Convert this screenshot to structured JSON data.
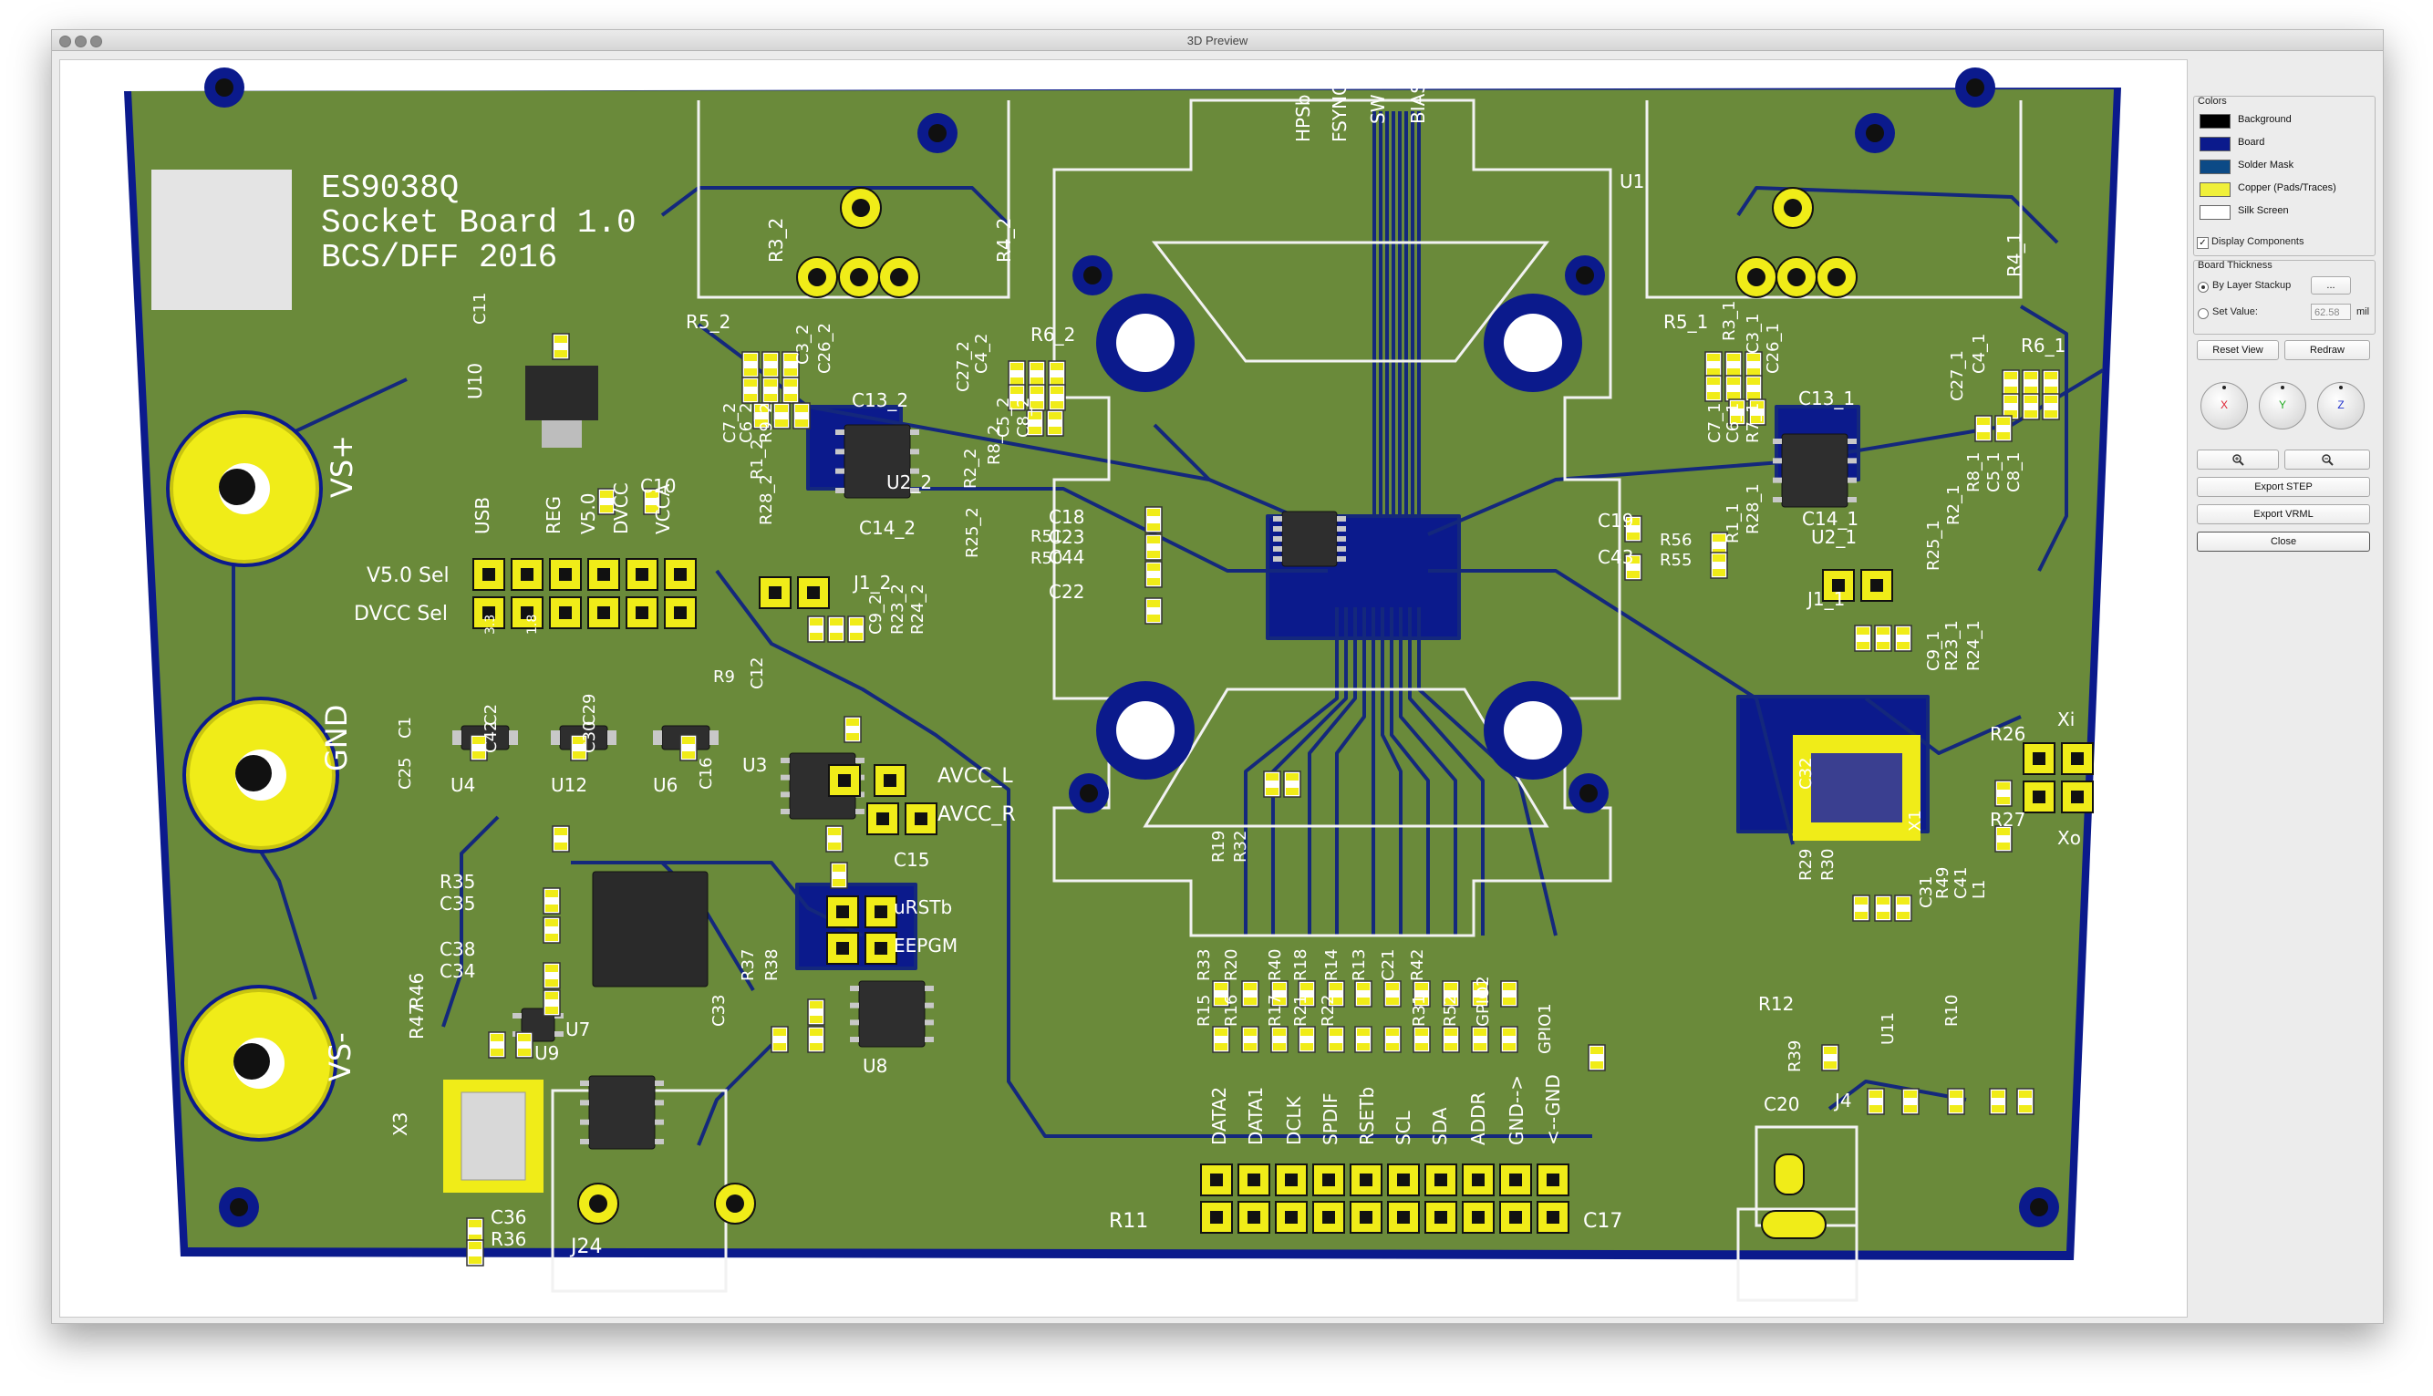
{
  "window": {
    "title": "3D Preview"
  },
  "board": {
    "title_lines": [
      "ES9038Q",
      "Socket Board 1.0",
      "BCS/DFF 2016"
    ],
    "silk_labels": [
      "VS+",
      "GND",
      "VS-",
      "USB",
      "REG",
      "V5.0",
      "DVCC",
      "VCCA",
      "V5.0 Sel",
      "DVCC Sel",
      "3.3",
      "1.8",
      "U10",
      "C11",
      "C10",
      "C1",
      "C25",
      "U4",
      "C42",
      "C2",
      "U12",
      "C30",
      "C29",
      "U6",
      "C16",
      "U3",
      "R9",
      "C12",
      "AVCC_L",
      "AVCC_R",
      "C15",
      "uRSTb",
      "EEPGM",
      "R35",
      "C35",
      "C38",
      "C34",
      "R47",
      "R46",
      "U9",
      "U7",
      "C33",
      "R37",
      "R38",
      "U8",
      "X3",
      "C36",
      "R36",
      "J24",
      "R3_2",
      "R4_2",
      "R5_2",
      "R6_2",
      "C7_2",
      "C6_2",
      "R9_2",
      "R1_2",
      "R28_2",
      "C3_2",
      "C26_2",
      "C13_2",
      "C27_2",
      "C4_2",
      "C5_2",
      "C8_2",
      "R8_2",
      "R2_2",
      "R25_2",
      "U2_2",
      "C14_2",
      "J1_2",
      "C9_2",
      "R23_2",
      "R24_2",
      "C18",
      "C23",
      "C44",
      "C22",
      "R51",
      "R50",
      "HPSb",
      "FSYNC",
      "SW",
      "BIAS",
      "C19",
      "C43",
      "R56",
      "R55",
      "U1",
      "R4_1",
      "R5_1",
      "R3_1",
      "C3_1",
      "C26_1",
      "C13_1",
      "C27_1",
      "C4_1",
      "R6_1",
      "C7_1",
      "C6_1",
      "R7_1",
      "R28_1",
      "R1_1",
      "C14_1",
      "U2_1",
      "R25_1",
      "R2_1",
      "R8_1",
      "C5_1",
      "C8_1",
      "J1_1",
      "C9_1",
      "R23_1",
      "R24_1",
      "C32",
      "R26",
      "Xi",
      "X1",
      "R27",
      "Xo",
      "R29",
      "R30",
      "C31",
      "R49",
      "C41",
      "L1",
      "R19",
      "R32",
      "R33",
      "R20",
      "R40",
      "R18",
      "R14",
      "R13",
      "C21",
      "R42",
      "R15",
      "R16",
      "R17",
      "R21",
      "R22",
      "R31",
      "R52",
      "GPIO2",
      "GPIO1",
      "DATA2",
      "DATA1",
      "DCLK",
      "SPDIF",
      "RSETb",
      "SCL",
      "SDA",
      "ADDR",
      "GND-->",
      "<--GND",
      "R11",
      "C17",
      "R12",
      "R39",
      "U11",
      "R10",
      "C20",
      "J4"
    ]
  },
  "sidebar": {
    "colors_title": "Colors",
    "colors": [
      {
        "label": "Background",
        "hex": "#000000"
      },
      {
        "label": "Board",
        "hex": "#0b1a8c"
      },
      {
        "label": "Solder Mask",
        "hex": "#0c4a86"
      },
      {
        "label": "Copper (Pads/Traces)",
        "hex": "#f0f03a"
      },
      {
        "label": "Silk Screen",
        "hex": "#ffffff"
      }
    ],
    "display_components": {
      "label": "Display Components",
      "checked": true
    },
    "board_thickness": {
      "title": "Board Thickness",
      "by_layer_label": "By Layer Stackup",
      "by_layer_btn": "...",
      "set_value_label": "Set Value:",
      "set_value": "62.58",
      "unit": "mil",
      "selected": "By Layer Stackup"
    },
    "buttons": {
      "reset_view": "Reset View",
      "redraw": "Redraw",
      "export_step": "Export STEP",
      "export_vrml": "Export VRML",
      "close": "Close"
    },
    "axes": [
      "X",
      "Y",
      "Z"
    ]
  }
}
